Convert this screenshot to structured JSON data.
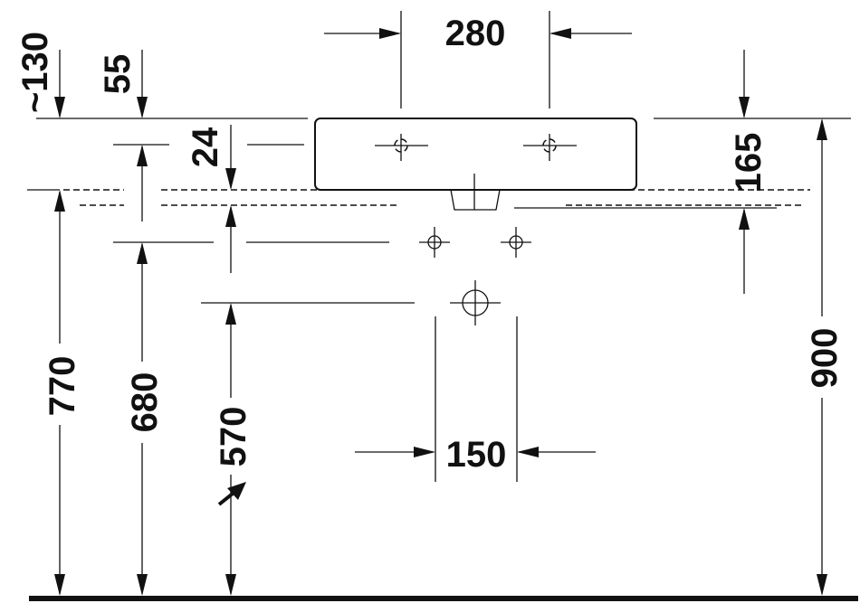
{
  "dimensions": {
    "top_approx_130": "~130",
    "top_55": "55",
    "top_280": "280",
    "left_24": "24",
    "right_165": "165",
    "left_770": "770",
    "left_680": "680",
    "left_570": "570",
    "bottom_150": "150",
    "right_900": "900"
  },
  "icons": {
    "wall_outlet_arrow": "diagonal-arrow-icon",
    "connection_points": "crosshair-icon"
  }
}
